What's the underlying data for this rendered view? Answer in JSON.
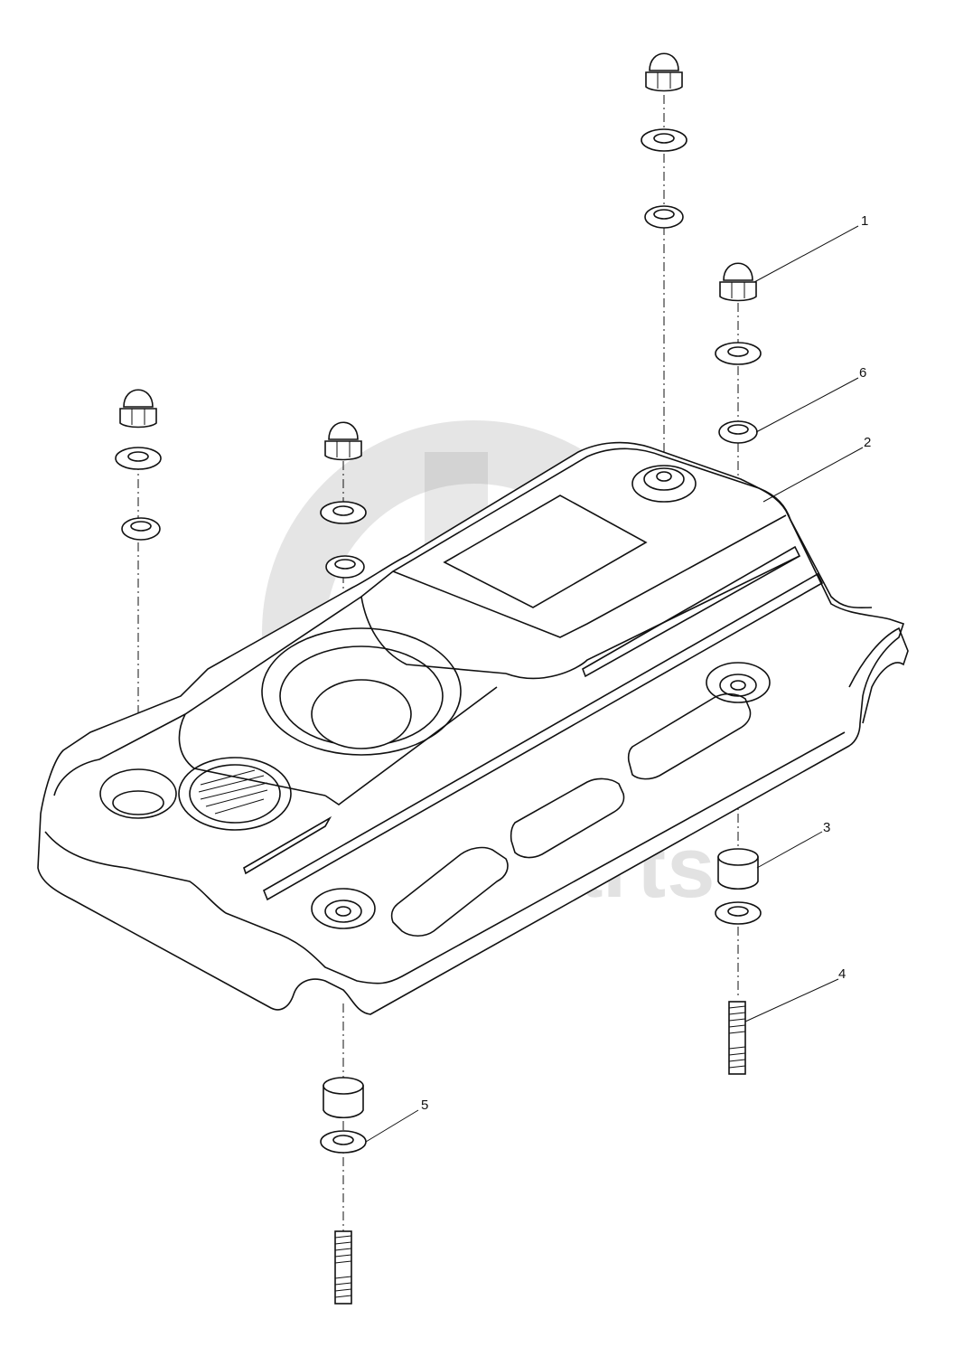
{
  "diagram": {
    "watermark": {
      "logo": "gd-logo",
      "text": "detra-parts",
      "color": "#9a9a9a"
    },
    "callouts": [
      {
        "id": "1",
        "label": "1"
      },
      {
        "id": "2",
        "label": "2"
      },
      {
        "id": "3",
        "label": "3"
      },
      {
        "id": "4",
        "label": "4"
      },
      {
        "id": "5",
        "label": "5"
      },
      {
        "id": "6",
        "label": "6"
      }
    ],
    "line_color": "#111111",
    "background": "#ffffff"
  }
}
